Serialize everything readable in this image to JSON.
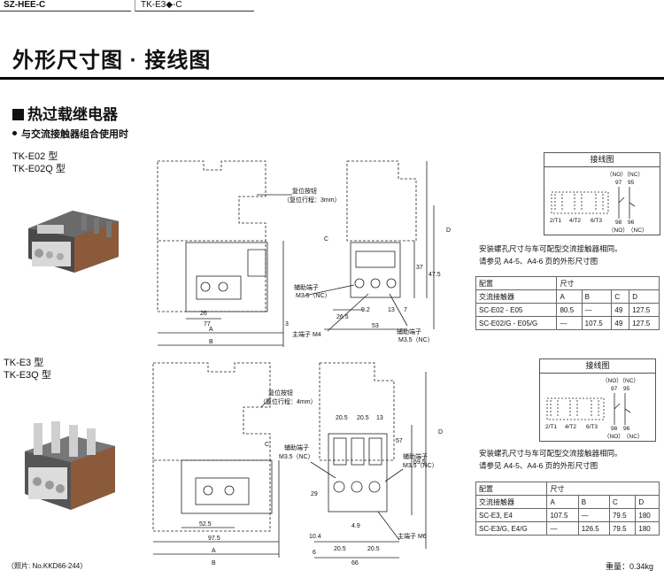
{
  "header": {
    "series_code": "SZ-HEE-C",
    "model_code": "TK-E3◆-C"
  },
  "page_title": "外形尺寸图 · 接线图",
  "section": {
    "heading": "热过载继电器",
    "subheading": "与交流接触器组合使用时"
  },
  "product1": {
    "model_line1": "TK-E02 型",
    "model_line2": "TK-E02Q 型",
    "labels": {
      "reset_button": "复位按钮",
      "reset_stroke": "（复位行程：3mm）",
      "aux_terminal": "辅助端子",
      "aux_terminal_screw": "M3.5（NC）",
      "main_terminal": "主端子 M4",
      "aux_terminal2": "辅助端子",
      "aux_terminal2_screw": "M3.5（NC）"
    },
    "dims": {
      "d26": "26",
      "d77": "77",
      "d3": "3",
      "A": "A",
      "B": "B",
      "C": "C",
      "D": "D",
      "d26_5": "26.5",
      "d53": "53",
      "d9_2": "9.2",
      "d13": "13",
      "d7": "7",
      "d37": "37",
      "d47_5": "47.5"
    },
    "wiring": {
      "title": "接线图",
      "no_nc": "（NO）（NC）",
      "n97": "97",
      "n95": "95",
      "t1": "2/T1",
      "t2": "4/T2",
      "t3": "6/T3",
      "n98": "98",
      "n96": "96",
      "no": "（NO）",
      "nc": "（NC）"
    },
    "note_line1": "安装螺孔尺寸与车可配型交流接触器相同。",
    "note_line2": "请参见 A4-5、A4-6 页的外形尺寸图",
    "table": {
      "header_row1": [
        "配置",
        "尺寸"
      ],
      "header_row2": [
        "交流接触器",
        "A",
        "B",
        "C",
        "D"
      ],
      "rows": [
        [
          "SC-E02 - E05",
          "80.5",
          "—",
          "49",
          "127.5"
        ],
        [
          "SC-E02/G - E05/G",
          "—",
          "107.5",
          "49",
          "127.5"
        ]
      ]
    }
  },
  "product2": {
    "model_line1": "TK-E3 型",
    "model_line2": "TK-E3Q 型",
    "labels": {
      "reset_button": "复位按钮",
      "reset_stroke": "（复位行程：4mm）",
      "aux_terminal": "辅助端子",
      "aux_terminal_screw": "M3.5（NC）",
      "aux_terminal2": "辅助端子",
      "aux_terminal2_screw": "M3.5（NC）",
      "main_terminal": "主端子 M6"
    },
    "dims": {
      "d52_5": "52.5",
      "d97_5": "97.5",
      "A": "A",
      "B": "B",
      "C": "C",
      "D": "D",
      "d20_5a": "20.5",
      "d20_5b": "20.5",
      "d13": "13",
      "d57": "57",
      "d29": "29",
      "d69_5": "69.5",
      "d10_4": "10.4",
      "d4_9": "4.9",
      "d20_5c": "20.5",
      "d20_5d": "20.5",
      "d66": "66",
      "d6": "6"
    },
    "wiring": {
      "title": "接线图",
      "no_nc": "（NO）（NC）",
      "n97": "97",
      "n95": "95",
      "t1": "2/T1",
      "t2": "4/T2",
      "t3": "6/T3",
      "n98": "98",
      "n96": "96",
      "no": "（NO）",
      "nc": "（NC）"
    },
    "note_line1": "安装螺孔尺寸与车可配型交流接触器相同。",
    "note_line2": "请参见 A4-5、A4-6 页的外形尺寸图",
    "table": {
      "header_row1": [
        "配置",
        "尺寸"
      ],
      "header_row2": [
        "交流接触器",
        "A",
        "B",
        "C",
        "D"
      ],
      "rows": [
        [
          "SC-E3, E4",
          "107.5",
          "—",
          "79.5",
          "180"
        ],
        [
          "SC-E3/G, E4/G",
          "—",
          "126.5",
          "79.5",
          "180"
        ]
      ]
    }
  },
  "footer": {
    "photo_note": "（照片: No.KKD66-244）",
    "weight": "重量：0.34kg"
  }
}
